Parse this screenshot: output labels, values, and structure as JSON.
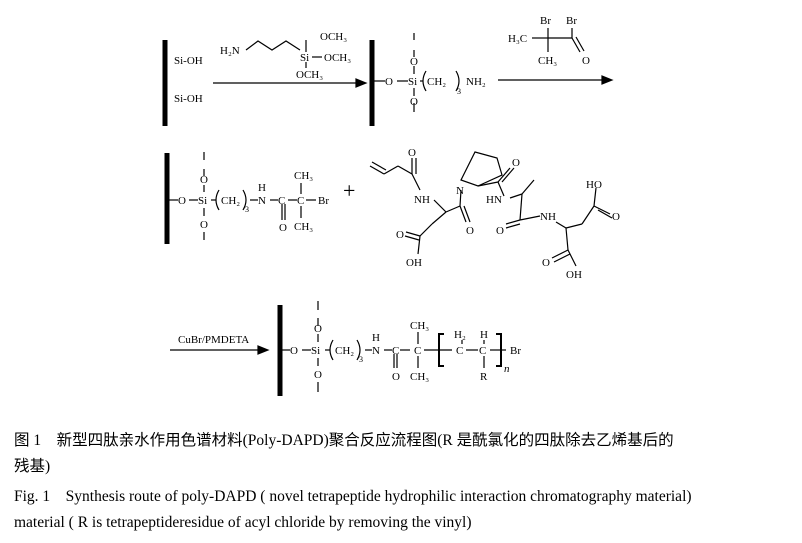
{
  "figure": {
    "caption_cn_line1": "图 1　新型四肽亲水作用色谱材料(Poly-DAPD)聚合反应流程图(R 是酰氯化的四肽除去乙烯基后的",
    "caption_cn_line2": "残基)",
    "caption_en_line1": "Fig. 1　Synthesis route of poly-DAPD ( novel tetrapeptide hydrophilic interaction chromatography material)",
    "caption_en_line2": "material ( R is tetrapeptideresidue of acyl chloride by removing the vinyl)"
  },
  "labels": {
    "si_oh": "Si-OH",
    "h2n": "H₂N",
    "si": "Si",
    "och3": "OCH₃",
    "o": "O",
    "nh2": "NH₂",
    "br": "Br",
    "h3c": "H₃C",
    "ch3": "CH₃",
    "ch2": "CH₂",
    "sub3": "3",
    "n": "N",
    "h": "H",
    "nh": "NH",
    "hn": "HN",
    "c": "C",
    "oh": "OH",
    "ho": "HO",
    "plus": "+",
    "catalyst": "CuBr/PMDETA",
    "h2": "H₂",
    "r": "R",
    "n_sub": "n"
  }
}
